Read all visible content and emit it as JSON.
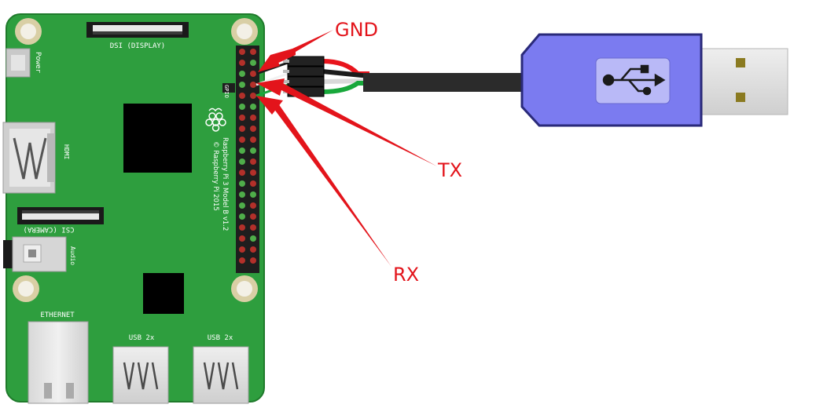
{
  "board": {
    "name_line1": "Raspberry Pi 3 Model B v1.2",
    "name_line2": "© Raspberry Pi 2015",
    "dsi_label": "DSI (DISPLAY)",
    "csi_label": "CSI (CAMERA)",
    "hdmi_label": "HDMI",
    "power_label": "Power",
    "audio_label": "Audio",
    "ethernet_label": "ETHERNET",
    "usb_left_label": "USB 2x",
    "usb_right_label": "USB 2x",
    "gpio_label": "GPIO"
  },
  "callouts": {
    "gnd": "GND",
    "tx": "TX",
    "rx": "RX"
  },
  "wires": [
    {
      "color": "#e8141c"
    },
    {
      "color": "#1b1b1b"
    },
    {
      "color": "#f2f2f2"
    },
    {
      "color": "#18a83b"
    }
  ],
  "adapter": {
    "icon": "usb-symbol-icon",
    "body_color": "#7b7bf0"
  },
  "colors": {
    "pcb": "#2e9e3e",
    "arrow": "#e3141b",
    "cable": "#2b2b2b"
  }
}
